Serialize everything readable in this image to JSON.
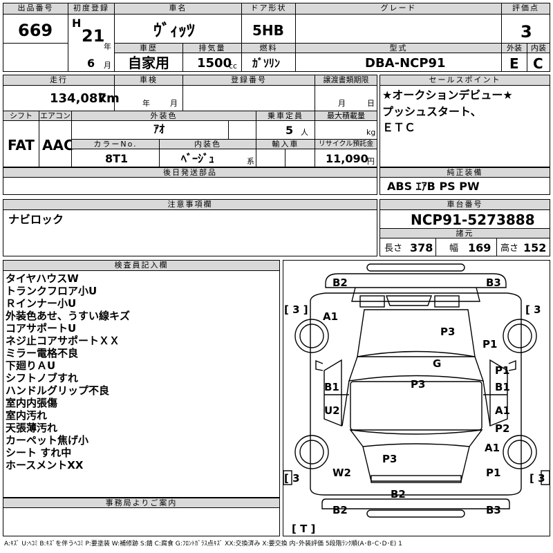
{
  "headers": {
    "lot_no": "出品番号",
    "first_reg": "初度登録",
    "car_name": "車名",
    "door": "ドア形状",
    "grade": "グレード",
    "score": "評価点",
    "history": "車歴",
    "displacement": "排気量",
    "fuel": "燃料",
    "model": "型式",
    "exterior": "外装",
    "interior": "内装",
    "mileage": "走行",
    "inspection": "車検",
    "reg_no": "登録番号",
    "transfer": "譲渡書類期限",
    "sales_points": "セールスポイント",
    "shift": "シフト",
    "aircon": "エアコン",
    "ext_color": "外装色",
    "capacity": "乗車定員",
    "max_load": "最大積載量",
    "color_no": "カラーNo.",
    "int_color": "内装色",
    "import": "輸入車",
    "recycle": "リサイクル預託金",
    "later_parts": "後日発送部品",
    "genuine_equip": "純正装備",
    "notes": "注意事項欄",
    "chassis_no": "車台番号",
    "specs": "諸元",
    "inspector": "検査員記入欄",
    "office": "事務局よりご案内"
  },
  "vehicle": {
    "lot_no": "669",
    "era": "H",
    "year": "21",
    "year_unit": "年",
    "month": "6",
    "month_unit": "月",
    "car_name": "ｳﾞｨｯﾂ",
    "door": "5HB",
    "score": "3",
    "history": "自家用",
    "displacement": "1500",
    "displacement_unit": "cc",
    "fuel": "ｶﾞｿﾘﾝ",
    "model": "DBA-NCP91",
    "exterior_grade": "E",
    "interior_grade": "C",
    "mileage": "134,087",
    "mileage_unit": "km",
    "insp_year_unit": "年",
    "insp_month_unit": "月",
    "transfer_month_unit": "月",
    "transfer_day_unit": "日",
    "shift": "FAT",
    "aircon": "AAC",
    "ext_color": "ｱｵ",
    "capacity": "5",
    "capacity_unit": "人",
    "max_load_unit": "kg",
    "color_no": "8T1",
    "int_color": "ﾍﾞｰｼﾞｭ",
    "int_color_suffix": "系",
    "recycle": "11,090",
    "recycle_unit": "円",
    "chassis_no": "NCP91-5273888",
    "length_label": "長さ",
    "length": "378",
    "width_label": "幅",
    "width": "169",
    "height_label": "高さ",
    "height": "152"
  },
  "sales_points": [
    "★オークションデビュー★",
    "プッシュスタート、",
    "ＥＴＣ"
  ],
  "genuine_equipment": "ABS ｴｱB PS PW",
  "notes_text": "ナビロック",
  "inspector_notes": [
    "タイヤハウスW",
    "トランクフロア小U",
    "Ｒインナー小U",
    "外装色あせ、うすい線キズ",
    "コアサポートU",
    "ネジ止コアサポートＸＸ",
    "ミラー電格不良",
    "下廻りＡU",
    "シフトノブすれ",
    "ハンドルグリップ不良",
    "室内内張傷",
    "室内汚れ",
    "天張薄汚れ",
    "カーペット焦げ小",
    "シート すれ中",
    "ホースメントXX"
  ],
  "diagram_marks": {
    "b2_top": "B2",
    "b3_top": "B3",
    "a1_fl": "A1",
    "p3_hood": "P3",
    "p1_fr": "P1",
    "g_glass": "G",
    "p1_rd": "P1",
    "b1_rd": "B1",
    "b1_ld": "B1",
    "p3_roof": "P3",
    "u2_l": "U2",
    "a1_rr": "A1",
    "p2_r": "P2",
    "a1_rq": "A1",
    "p3_trunk": "P3",
    "w2_lq": "W2",
    "p1_rq": "P1",
    "b2_rear": "B2",
    "b2_bottom": "B2",
    "b3_bottom": "B3",
    "bracket_tl": "[ 3 ]",
    "bracket_tr": "[ 3",
    "bracket_bl": "[ 3",
    "bracket_br": "[ 3",
    "bracket_t": "[ T ]"
  },
  "legend": "A:ｷｽﾞ U:ﾍｺﾐ B:ｷｽﾞを伴うﾍｺﾐ P:要塗装 W:補修跡 S:錆 C:腐食 G:ﾌﾛﾝﾄｶﾞﾗｽ点ｷｽﾞ XX:交換済み X:要交換 内･外装評価 5段階ﾗﾝｸ順(A･B･C･D･E) 1"
}
